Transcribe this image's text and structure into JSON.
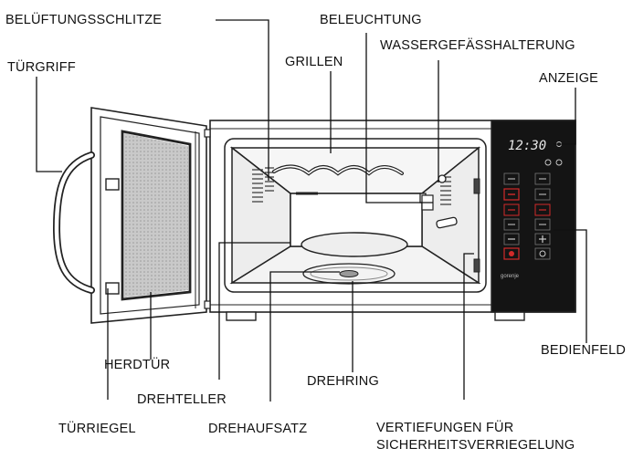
{
  "labels": {
    "belueftungsschlitze": "BELÜFTUNGSSCHLITZE",
    "beleuchtung": "BELEUCHTUNG",
    "tuergriff": "TÜRGRIFF",
    "grillen": "GRILLEN",
    "wassergefaesshalterung": "WASSERGEFÄSSHALTERUNG",
    "anzeige": "ANZEIGE",
    "herdtuer": "HERDTÜR",
    "bedienfeld": "BEDIENFELD",
    "drehring": "DREHRING",
    "drehteller": "DREHTELLER",
    "tuerriegel": "TÜRRIEGEL",
    "drehaufsatz": "DREHAUFSATZ",
    "vertiefungen_line1": "VERTIEFUNGEN FÜR",
    "vertiefungen_line2": "SICHERHEITSVERRIEGELUNG"
  },
  "panel": {
    "display_time": "12:30",
    "brand": "gorenje"
  },
  "colors": {
    "line": "#222222",
    "panel": "#141414",
    "panel_red": "#d22a2a",
    "window": "#c9c9c9"
  }
}
